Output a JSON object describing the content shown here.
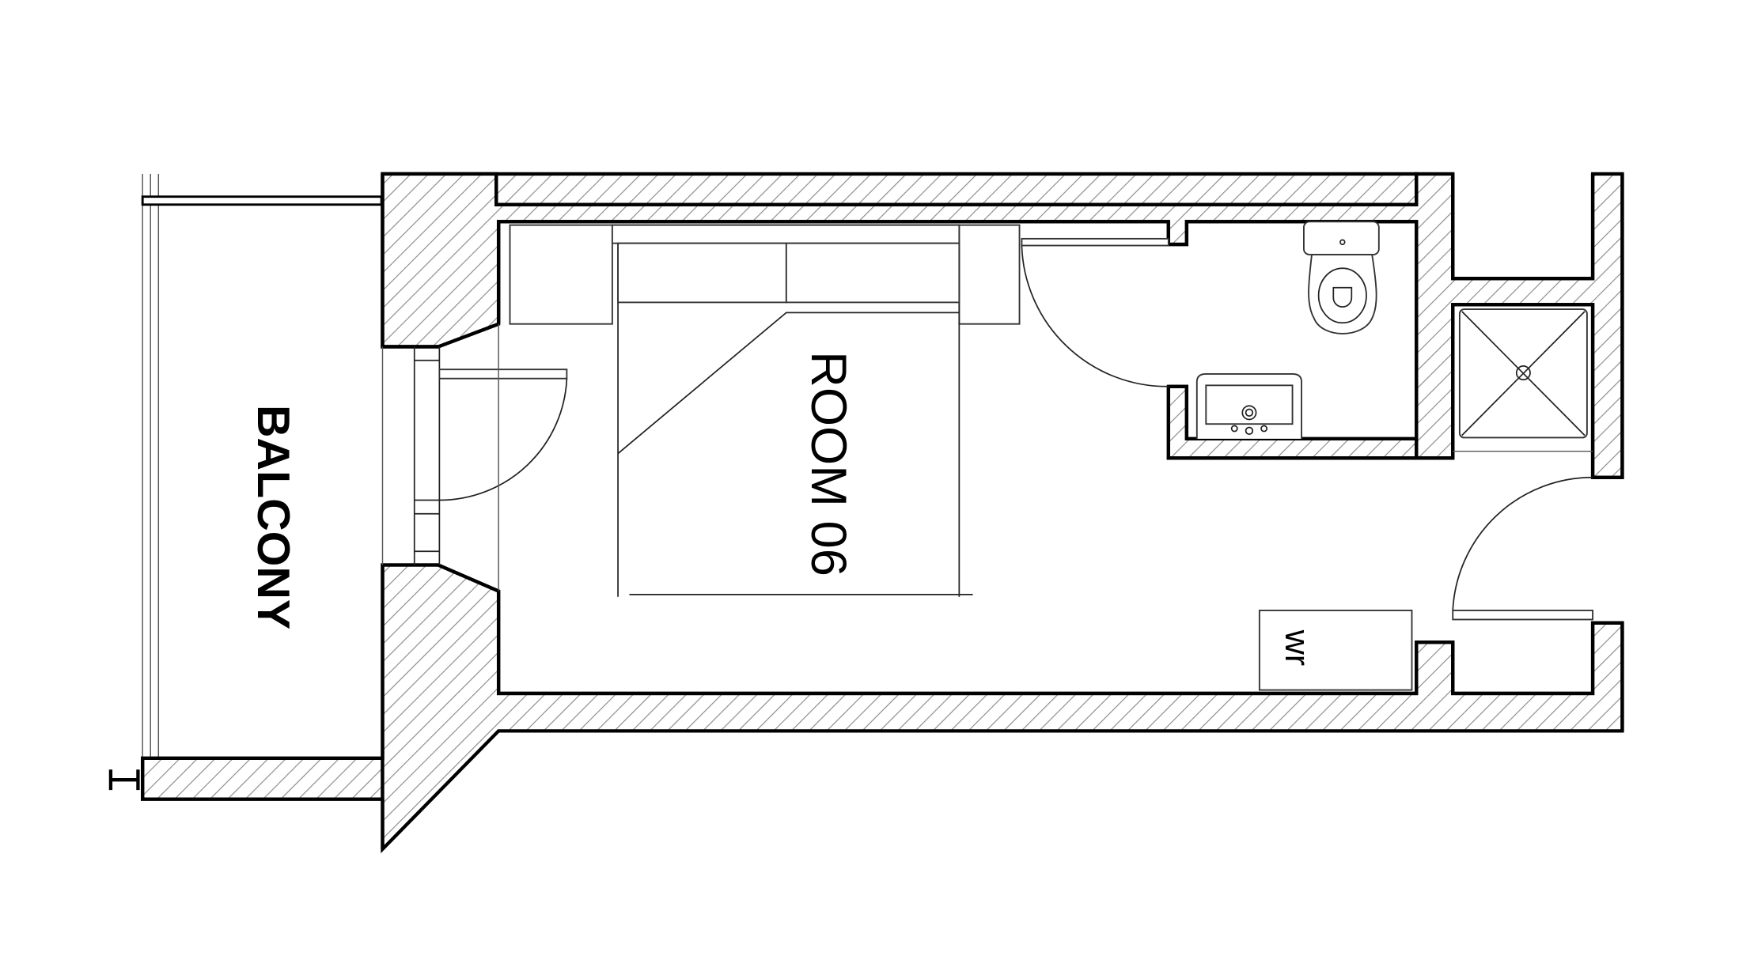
{
  "drawing": {
    "type": "floor-plan",
    "background": "#ffffff",
    "line_color": "#000000",
    "hatch_color": "#888888"
  },
  "labels": {
    "balcony": "BALCONY",
    "room": "ROOM 06",
    "wardrobe": "wr"
  },
  "symbols": {
    "section_marker": "I-beam-marker",
    "toilet": "toilet-icon",
    "sink": "sink-icon",
    "shower": "shower-tray-icon",
    "bed": "double-bed",
    "doors": [
      "balcony-door",
      "bathroom-door",
      "entrance-door"
    ]
  }
}
